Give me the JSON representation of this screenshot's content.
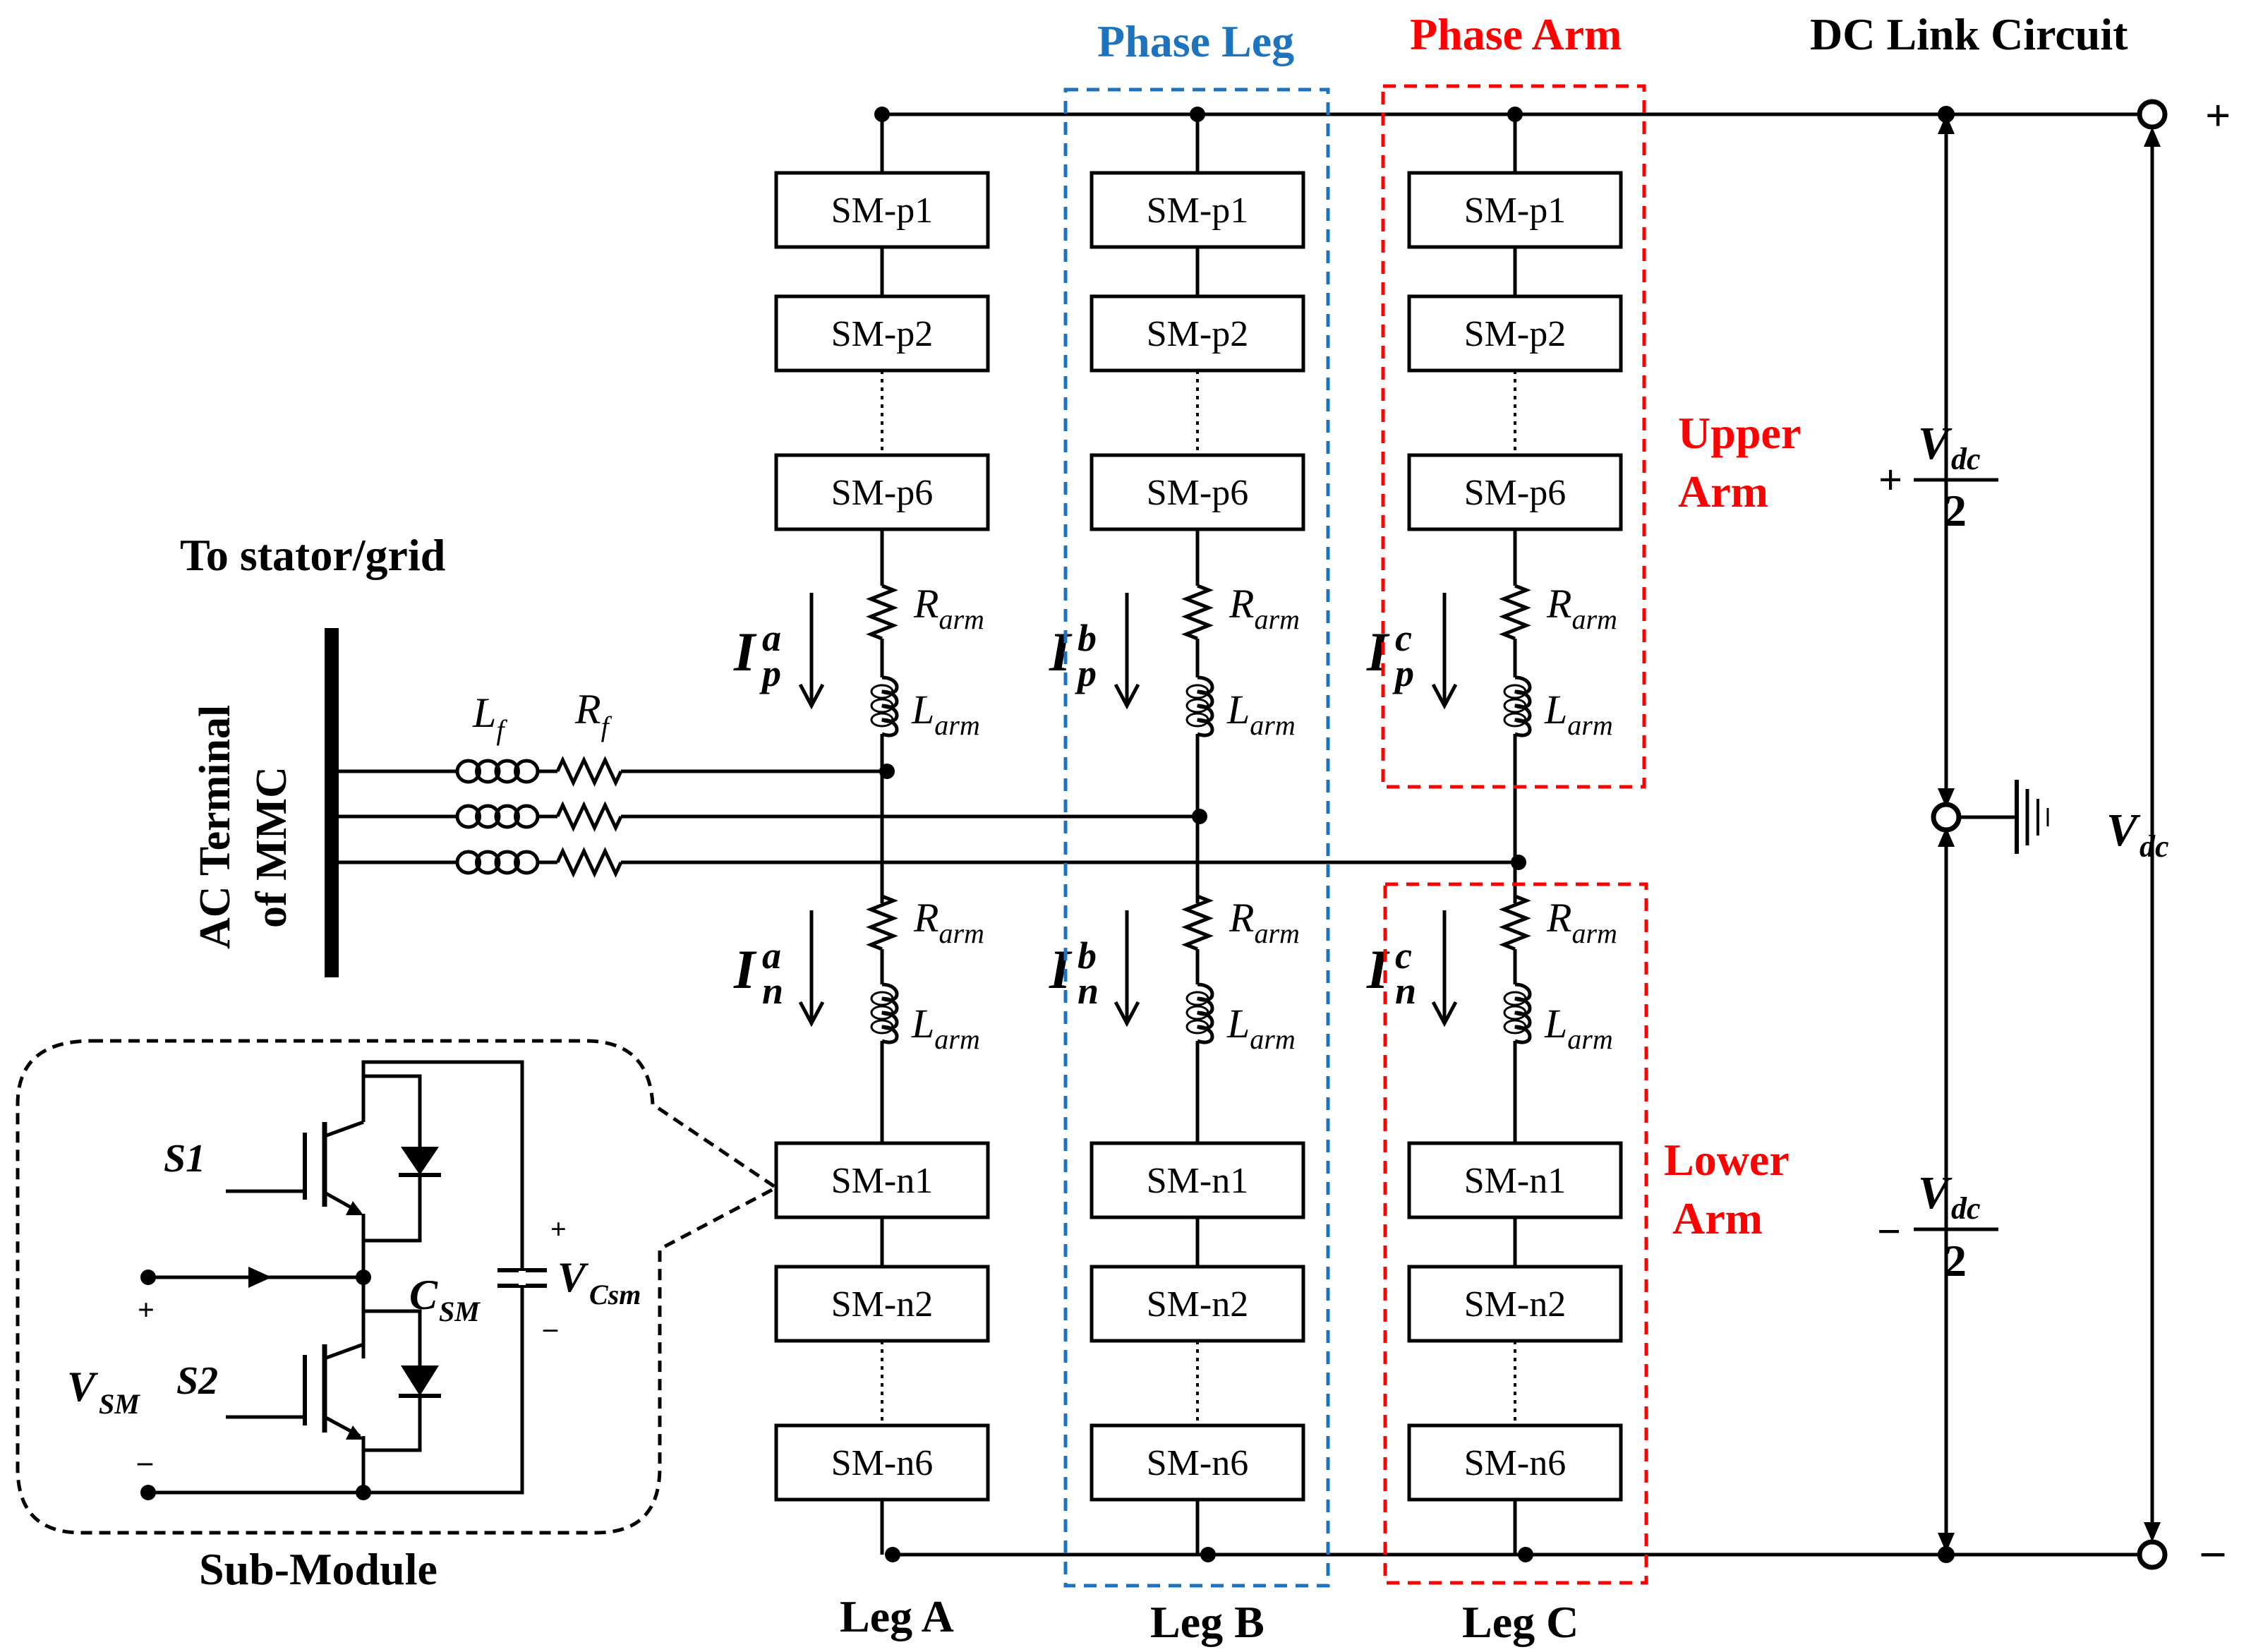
{
  "labels": {
    "phase_leg": "Phase Leg",
    "phase_arm": "Phase Arm",
    "dc_link": "DC Link Circuit",
    "to_stator": "To stator/grid",
    "ac_terminal_1": "AC Terminal",
    "ac_terminal_2": "of MMC",
    "upper_arm_1": "Upper",
    "upper_arm_2": "Arm",
    "lower_arm_1": "Lower",
    "lower_arm_2": "Arm",
    "sub_module": "Sub-Module",
    "leg_a": "Leg A",
    "leg_b": "Leg B",
    "leg_c": "Leg C",
    "plus": "+",
    "minus": "–",
    "half_plus": "+",
    "half_minus": "−"
  },
  "symbols": {
    "L": "L",
    "f": "f",
    "R": "R",
    "arm": "arm",
    "I": "I",
    "p": "p",
    "n": "n",
    "a": "a",
    "b": "b",
    "c": "c",
    "V": "V",
    "dc": "dc",
    "two": "2",
    "S1": "S1",
    "S2": "S2",
    "C": "C",
    "SM": "SM",
    "Csm": "Csm",
    "sm_plus": "+",
    "sm_minus": "–"
  },
  "submodules": {
    "p1": "SM-p1",
    "p2": "SM-p2",
    "p6": "SM-p6",
    "n1": "SM-n1",
    "n2": "SM-n2",
    "n6": "SM-n6"
  },
  "colors": {
    "phase_leg": "#1e73be",
    "phase_arm": "#ff0000",
    "upper_lower_arm": "#ff0000",
    "wire": "#000000"
  }
}
